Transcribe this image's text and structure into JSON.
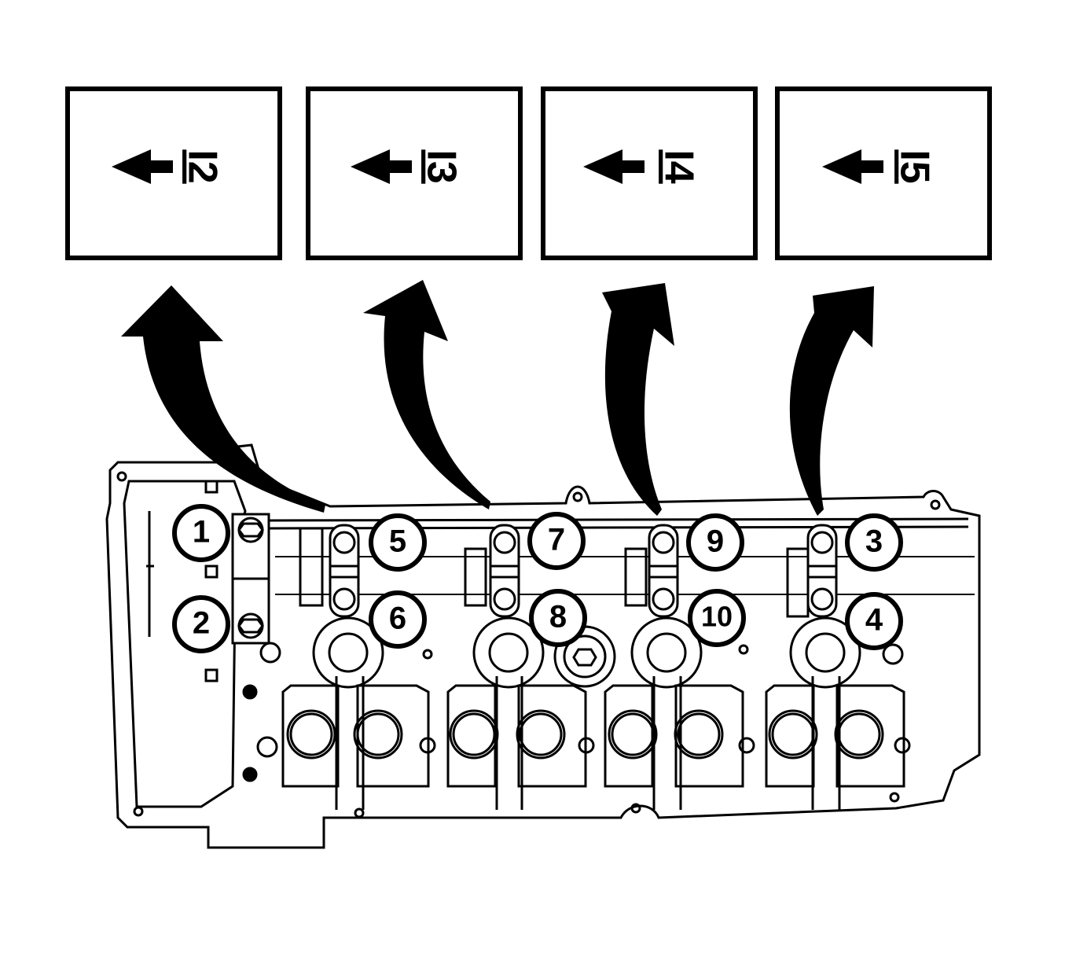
{
  "cap_labels": [
    "I2",
    "I3",
    "I4",
    "I5"
  ],
  "bolt_numbers": [
    "1",
    "2",
    "3",
    "4",
    "5",
    "6",
    "7",
    "8",
    "9",
    "10"
  ],
  "colors": {
    "ink": "#000000",
    "paper": "#ffffff"
  },
  "icons": {
    "cap_arrow": "left-arrow-icon",
    "removal_arrow": "curved-up-arrow-icon"
  }
}
